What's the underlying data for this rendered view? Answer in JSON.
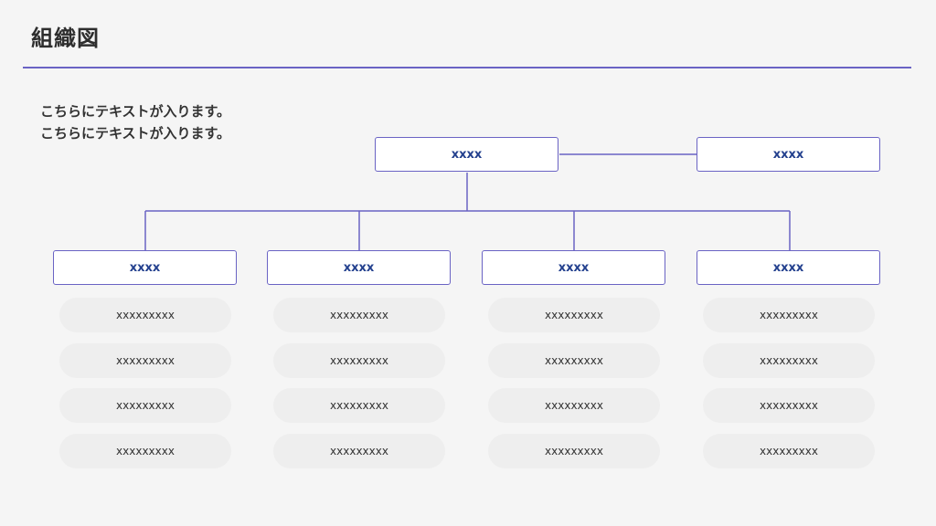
{
  "title": "組織図",
  "description": [
    "こちらにテキストが入ります。",
    "こちらにテキストが入ります。"
  ],
  "colors": {
    "accent": "#6a63c4",
    "box_text": "#23408e",
    "pill_bg": "#eeeeee",
    "background": "#f5f5f5"
  },
  "org": {
    "top": "xxxx",
    "side": "xxxx",
    "departments": [
      {
        "name": "xxxx",
        "members": [
          "xxxxxxxxx",
          "xxxxxxxxx",
          "xxxxxxxxx",
          "xxxxxxxxx"
        ]
      },
      {
        "name": "xxxx",
        "members": [
          "xxxxxxxxx",
          "xxxxxxxxx",
          "xxxxxxxxx",
          "xxxxxxxxx"
        ]
      },
      {
        "name": "xxxx",
        "members": [
          "xxxxxxxxx",
          "xxxxxxxxx",
          "xxxxxxxxx",
          "xxxxxxxxx"
        ]
      },
      {
        "name": "xxxx",
        "members": [
          "xxxxxxxxx",
          "xxxxxxxxx",
          "xxxxxxxxx",
          "xxxxxxxxx"
        ]
      }
    ]
  }
}
